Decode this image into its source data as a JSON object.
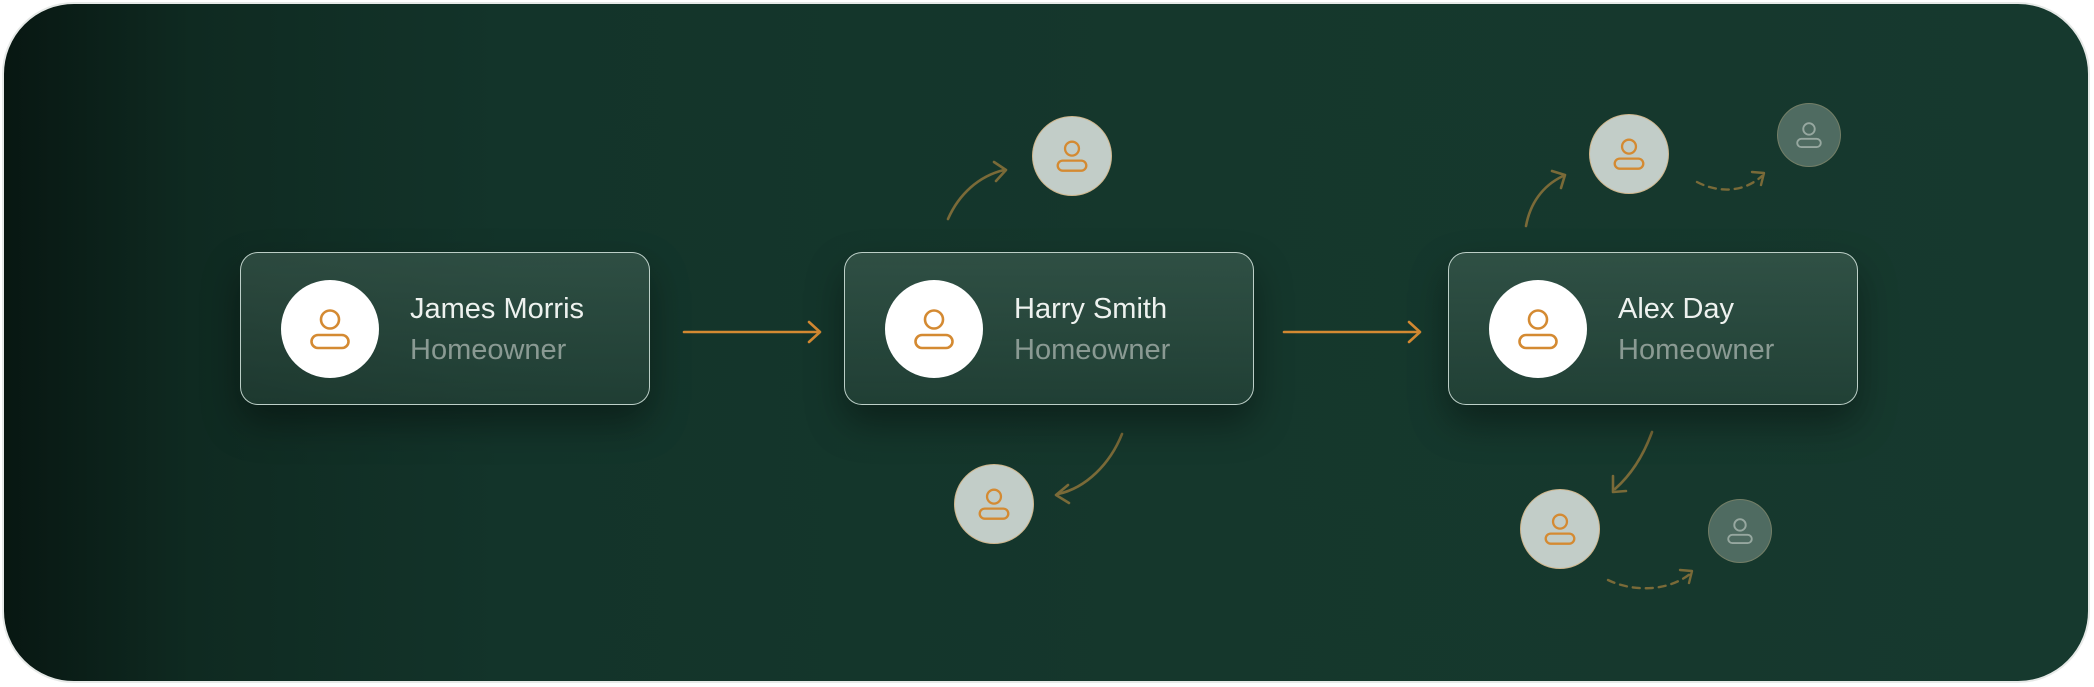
{
  "people": [
    {
      "name": "James Morris",
      "role": "Homeowner",
      "icon": "user-icon"
    },
    {
      "name": "Harry Smith",
      "role": "Homeowner",
      "icon": "user-icon"
    },
    {
      "name": "Alex Day",
      "role": "Homeowner",
      "icon": "user-icon"
    }
  ],
  "colors": {
    "background": "#15372c",
    "accent": "#d48a32",
    "card_border": "#d7e8e0",
    "name_text": "#eef2ef",
    "role_text": "#8a9a93",
    "connector": "#7a6a38"
  }
}
